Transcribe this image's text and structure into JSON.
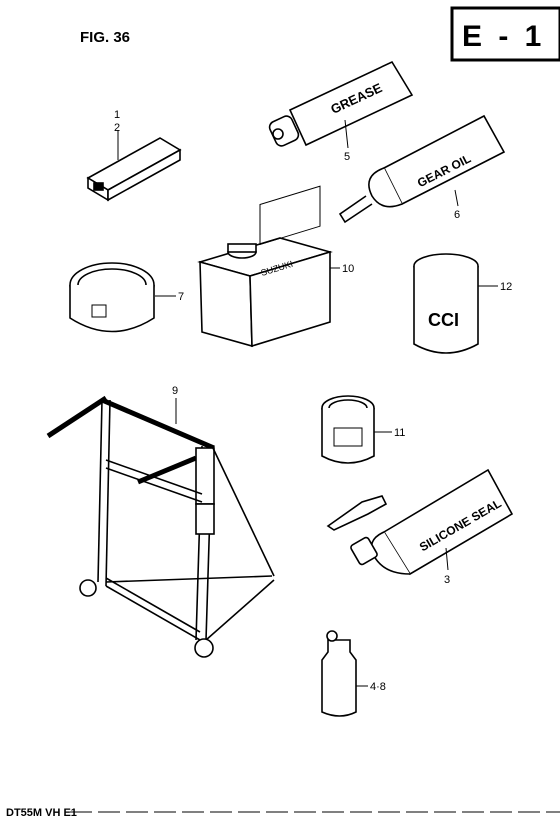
{
  "figure": {
    "title": "FIG. 36",
    "code": "E - 1"
  },
  "footer": {
    "model": "DT55M VH E1"
  },
  "callouts": {
    "c1": "1",
    "c2": "2",
    "c3": "3",
    "c48": "4·8",
    "c5": "5",
    "c6": "6",
    "c7": "7",
    "c9": "9",
    "c10": "10",
    "c11": "11",
    "c12": "12"
  },
  "product_text": {
    "grease": "GREASE",
    "gear_oil": "GEAR OIL",
    "suzuki": "SUZUKI",
    "silicone": "SILICONE SEAL",
    "cci": "CCI"
  }
}
